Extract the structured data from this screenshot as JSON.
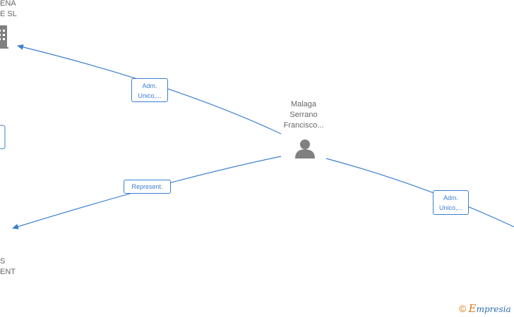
{
  "nodes": {
    "company_top": {
      "line1": "ENA",
      "line2": "E  SL",
      "icon": "building-icon"
    },
    "person": {
      "line1": "Malaga",
      "line2": "Serrano",
      "line3": "Francisco...",
      "icon": "person-icon"
    },
    "company_bottom": {
      "line1": "S",
      "line2": "ENT"
    }
  },
  "edges": {
    "to_company_top": {
      "line1": "Adm.",
      "line2": "Unico,..."
    },
    "to_company_bottom": {
      "line1": "Represent."
    },
    "to_right": {
      "line1": "Adm.",
      "line2": "Unico,..."
    }
  },
  "watermark": {
    "symbol": "©",
    "brand_initial": "E",
    "brand_rest": "mpresia"
  },
  "colors": {
    "edge": "#3b7fd0",
    "icon": "#808080",
    "text": "#666666",
    "brand_orange": "#d27a1a",
    "brand_blue": "#2e6fb0"
  }
}
